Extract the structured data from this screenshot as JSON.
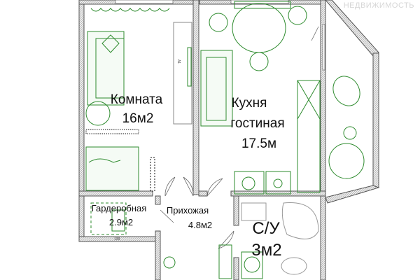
{
  "watermark": "НЕДВИЖИМОСТЬ",
  "colors": {
    "wall": "#555555",
    "wall_fill": "#e6e6e6",
    "furniture": "#2e8b2e"
  },
  "rooms": [
    {
      "name": "Комната",
      "area": "16м2"
    },
    {
      "name_line1": "Кухня",
      "name_line2": "гостиная",
      "area": "17.5м"
    },
    {
      "name": "Гардеробная",
      "area": "2.9м2"
    },
    {
      "name": "Прихожая",
      "area": "4.8м2"
    },
    {
      "name": "С/У",
      "area": "3м2"
    }
  ],
  "dimension": "139",
  "tv_label": "A1"
}
